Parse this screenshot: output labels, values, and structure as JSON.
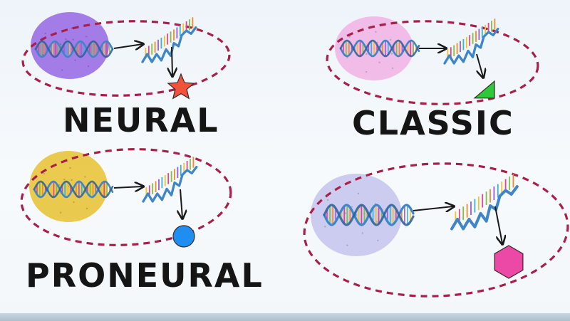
{
  "subtypes": [
    {
      "id": "neural",
      "label": "NEURAL",
      "nucleus_color": "#9b6fe6",
      "product_shape": "star",
      "product_color": "#f0523a"
    },
    {
      "id": "classic",
      "label": "CLASSIC",
      "nucleus_color": "#f2b6e6",
      "product_shape": "triangle",
      "product_color": "#2ec83a"
    },
    {
      "id": "proneural",
      "label": "PRONEURAL",
      "nucleus_color": "#e8c43c",
      "product_shape": "circle",
      "product_color": "#1e8ef0"
    },
    {
      "id": "mesenchymal",
      "label": "",
      "nucleus_color": "#c7c7ee",
      "product_shape": "hexagon",
      "product_color": "#ec49a6"
    }
  ],
  "colors": {
    "cell_outline": "#a8204a",
    "arrow": "#1a1a1a",
    "dna_backbone": "#3f86c8"
  }
}
